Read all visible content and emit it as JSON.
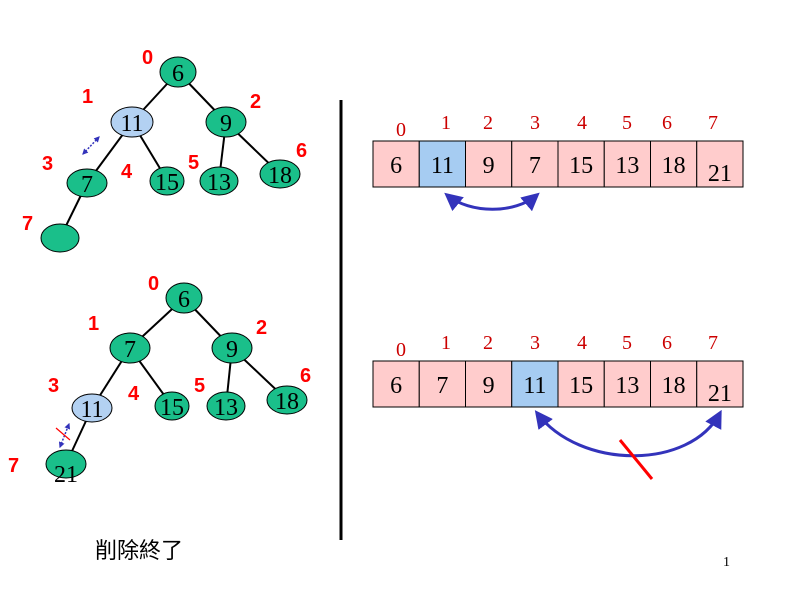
{
  "colors": {
    "node_fill": "#1abf8a",
    "highlight_fill": "#b3d1f2",
    "cell_fill": "#ffcccc",
    "cell_highlight": "#a6ccf2",
    "index_red": "#ff0000",
    "arrow_blue": "#3333bb",
    "cross_red": "#ff0000"
  },
  "top": {
    "tree": {
      "nodes": [
        {
          "index": "0",
          "value": "6"
        },
        {
          "index": "1",
          "value": "11"
        },
        {
          "index": "2",
          "value": "9"
        },
        {
          "index": "3",
          "value": "7"
        },
        {
          "index": "4",
          "value": "15"
        },
        {
          "index": "5",
          "value": "13"
        },
        {
          "index": "6",
          "value": "18"
        },
        {
          "index": "7",
          "value": ""
        }
      ]
    },
    "array": {
      "indices": [
        "0",
        "1",
        "2",
        "3",
        "4",
        "5",
        "6",
        "7"
      ],
      "values": [
        "6",
        "11",
        "9",
        "7",
        "15",
        "13",
        "18",
        "21"
      ],
      "highlight": 1
    }
  },
  "bottom": {
    "tree": {
      "nodes": [
        {
          "index": "0",
          "value": "6"
        },
        {
          "index": "1",
          "value": "7"
        },
        {
          "index": "2",
          "value": "9"
        },
        {
          "index": "3",
          "value": "11"
        },
        {
          "index": "4",
          "value": "15"
        },
        {
          "index": "5",
          "value": "13"
        },
        {
          "index": "6",
          "value": "18"
        },
        {
          "index": "7",
          "value": "21"
        }
      ]
    },
    "array": {
      "indices": [
        "0",
        "1",
        "2",
        "3",
        "4",
        "5",
        "6",
        "7"
      ],
      "values": [
        "6",
        "7",
        "9",
        "11",
        "15",
        "13",
        "18",
        "21"
      ],
      "highlight": 3
    }
  },
  "caption": "削除終了",
  "page_number": "1"
}
